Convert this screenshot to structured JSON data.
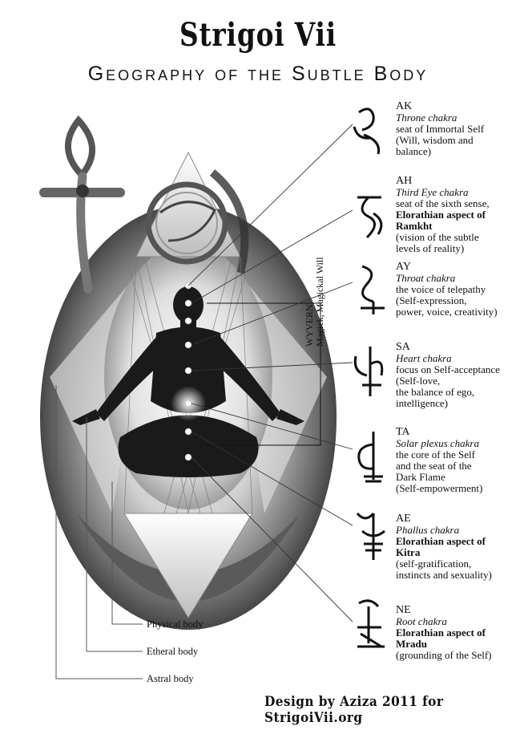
{
  "title": "Strigoi Vii",
  "subtitle": "Geography of the Subtle Body",
  "footer": "Design by Aziza 2011 for StrigoiVii.org",
  "side_label": {
    "line1": "WYVERN",
    "line2": "Magick, Magickal Will"
  },
  "body_labels": {
    "physical": "Physical body",
    "etheral": "Etheral body",
    "astral": "Astral body"
  },
  "chakras": [
    {
      "code": "AK",
      "name": "Throne chakra",
      "desc": "seat of Immortal Self\n(Will, wisdom and\nbalance)",
      "bold": "",
      "tail": ""
    },
    {
      "code": "AH",
      "name": "Third Eye chakra",
      "desc": "seat of the sixth sense,",
      "bold": "Elorathian aspect of\nRamkht",
      "tail": "(vision of the subtle\nlevels of reality)"
    },
    {
      "code": "AY",
      "name": "Throat chakra",
      "desc": "the voice of telepathy\n(Self-expression,\npower, voice, creativity)",
      "bold": "",
      "tail": ""
    },
    {
      "code": "SA",
      "name": "Heart chakra",
      "desc": "focus on Self-acceptance\n(Self-love,\nthe balance of ego,\nintelligence)",
      "bold": "",
      "tail": ""
    },
    {
      "code": "TA",
      "name": "Solar plexus chakra",
      "desc": "the core of the Self\nand the seat of the\nDark Flame\n(Self-empowerment)",
      "bold": "",
      "tail": ""
    },
    {
      "code": "AE",
      "name": "Phallus chakra",
      "desc": "",
      "bold": "Elorathian aspect of\nKitra",
      "tail": "(self-gratification,\ninstincts and sexuality)"
    },
    {
      "code": "NE",
      "name": "Root chakra",
      "desc": "",
      "bold": "Elorathian aspect of\nMradu",
      "tail": "(grounding of the Self)"
    }
  ],
  "colors": {
    "ink": "#111111",
    "egg_outer": "#3a3a3a",
    "egg_inner": "#cfcfcf",
    "body": "#1a1a1a",
    "glow": "#f4f4f4"
  }
}
